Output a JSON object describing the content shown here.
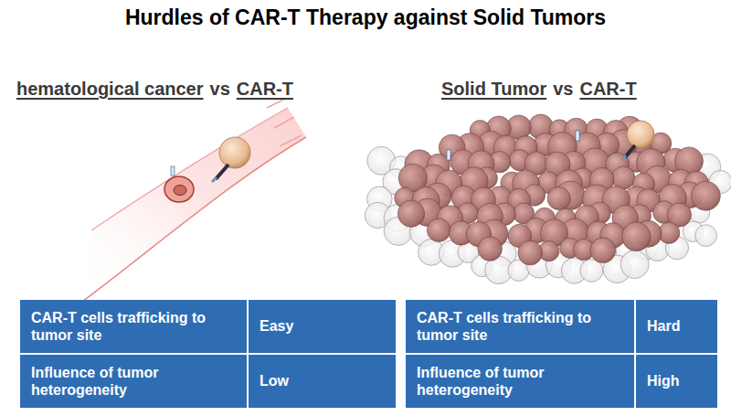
{
  "diagram": {
    "title": "Hurdles of CAR-T Therapy against Solid Tumors",
    "labels": [
      "hematological cancer",
      "vs",
      "CAR-T",
      "Solid Tumor",
      "vs",
      "CAR-T",
      "CAR-T cells trafficking to tumor site",
      "Easy",
      "Influence of tumor heterogeneity",
      "Low",
      "CAR-T cells trafficking to tumor site",
      "Hard",
      "Influence of tumor heterogeneity",
      "High"
    ]
  }
}
